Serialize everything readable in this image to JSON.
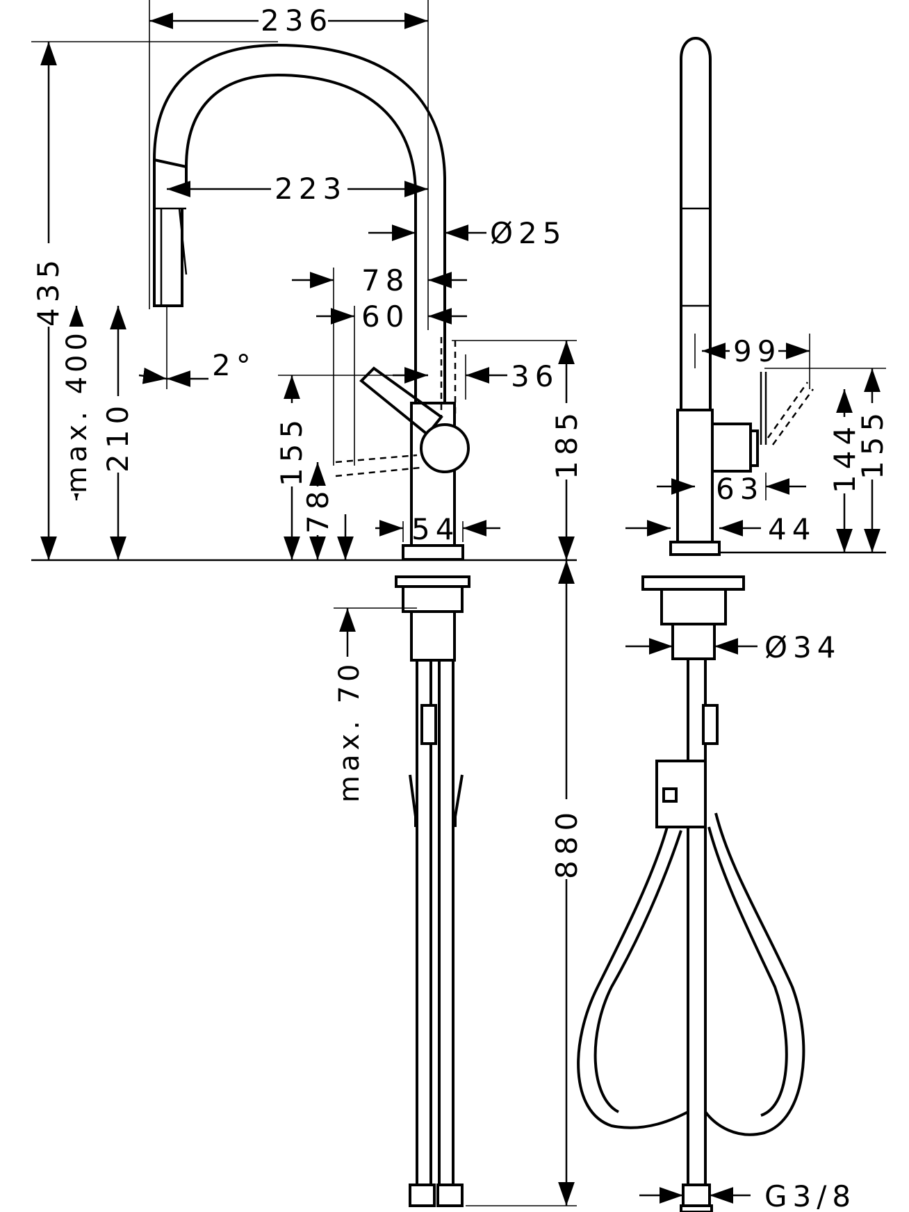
{
  "front_view": {
    "dimensions": {
      "d236": "236",
      "d223": "223",
      "d25": "Ø25",
      "d78_top": "78",
      "d60": "60",
      "d36": "36",
      "d435": "435",
      "dmax400": "max. 400",
      "d210": "210",
      "d2deg": "2°",
      "d155": "155",
      "d78_left": "78",
      "d185": "185",
      "d54": "54",
      "dmax70": "max. 70",
      "d880": "880"
    }
  },
  "side_view": {
    "dimensions": {
      "d99": "99",
      "d63": "63",
      "d44": "44",
      "d144": "144",
      "d155": "155",
      "d34": "Ø34",
      "dg38": "G3/8"
    }
  },
  "colors": {
    "ink": "#000000",
    "paper": "#ffffff"
  }
}
